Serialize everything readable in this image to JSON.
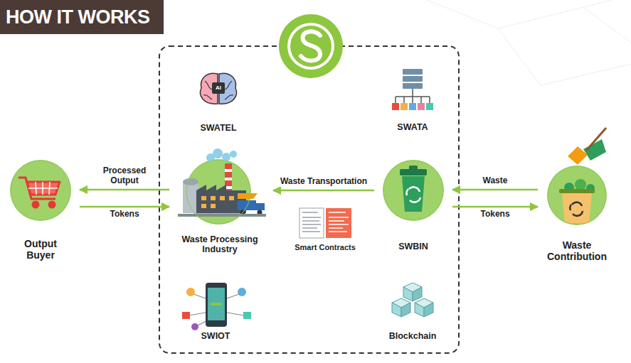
{
  "diagram": {
    "title": "HOW IT WORKS",
    "nodes": [
      {
        "text": [
          "Output Buyer"
        ]
      },
      {
        "text": [
          "Waste Processing Industry"
        ]
      },
      {
        "text": [
          "SWBIN"
        ]
      },
      {
        "text": [
          "Waste Contribution"
        ]
      }
    ],
    "edges": [
      {
        "from": 1,
        "to": 0,
        "arrow": "to",
        "label": "Processed Output"
      },
      {
        "from": 0,
        "to": 1,
        "arrow": "to",
        "label": "Tokens"
      },
      {
        "from": 2,
        "to": 1,
        "arrow": "to",
        "label": "Waste Transportation"
      },
      {
        "from": 3,
        "to": 2,
        "arrow": "to",
        "label": "Waste"
      },
      {
        "from": 2,
        "to": 3,
        "arrow": "to",
        "label": "Tokens"
      }
    ],
    "labels": [
      "SWATEL",
      "SWATA",
      "AI",
      "Smart Contracts",
      "SWIOT",
      "Blockchain"
    ]
  }
}
